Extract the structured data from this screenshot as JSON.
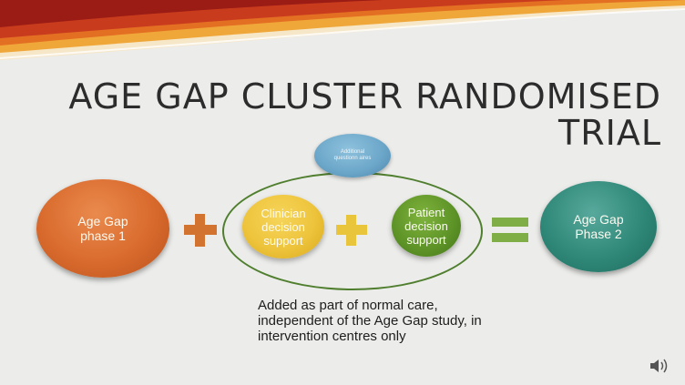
{
  "slide": {
    "title": "AGE GAP CLUSTER RANDOMISED TRIAL",
    "nodes": {
      "phase1": "Age Gap phase 1",
      "clinician": "Clinician decision support",
      "patient": "Patient decision support",
      "phase2": "Age Gap Phase 2",
      "additional": "Additional questionn aires"
    },
    "operators": {
      "plus1": "+",
      "plus2": "+",
      "equals": "="
    },
    "note": "Added as part of normal care, independent of the Age Gap study, in intervention centres only"
  },
  "colors": {
    "phase1": "#d96a2d",
    "clinician": "#eec43c",
    "patient": "#5f9528",
    "phase2": "#2f8878",
    "additional": "#6aa5c8",
    "ring": "#4f7f2e",
    "plus1": "#d2742f",
    "plus2": "#e8c53a",
    "equals": "#7fae46"
  },
  "icons": {
    "speaker": "speaker-icon"
  }
}
